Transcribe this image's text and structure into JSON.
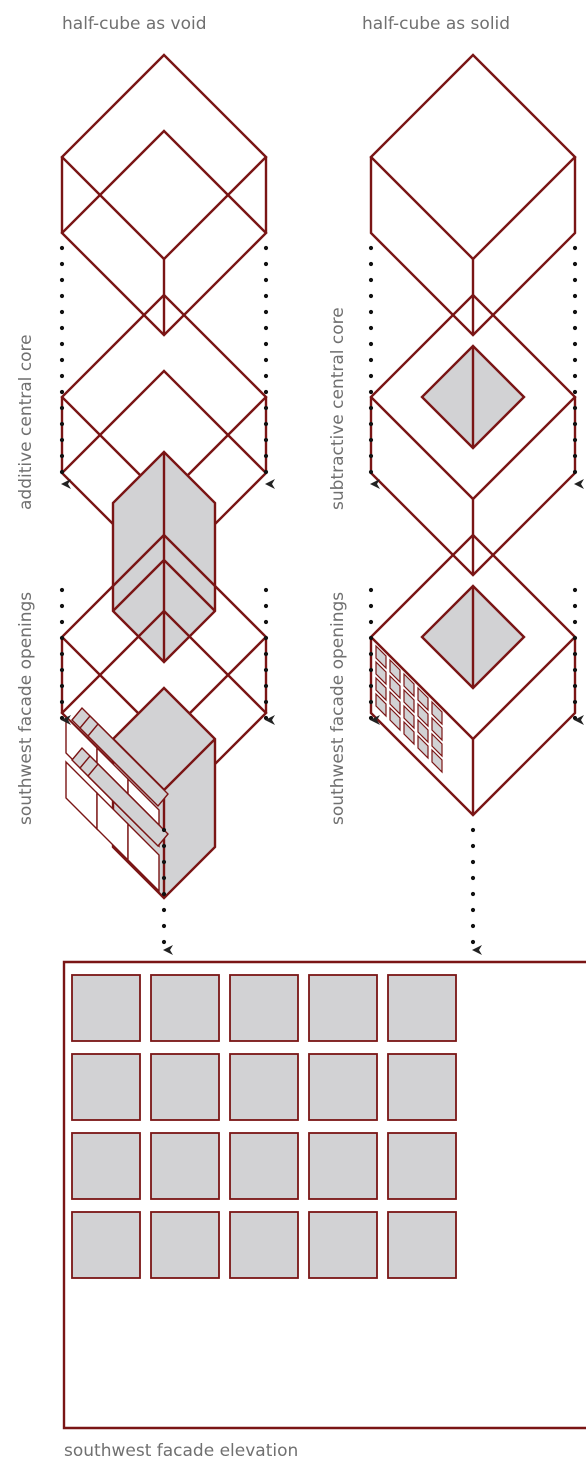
{
  "labels": {
    "col_void_title": "half-cube as void",
    "col_solid_title": "half-cube as solid",
    "row2_left": "additive central core",
    "row2_right": "subtractive central core",
    "row3_left": "southwest facade openings",
    "row3_right": "southwest facade openings",
    "elevation_title": "southwest facade elevation"
  },
  "colors": {
    "stroke": "#7a1515",
    "fill": "#d2d2d4",
    "dots": "#000000",
    "text": "#707070"
  },
  "elevation": {
    "rows": 4,
    "cols": 5
  }
}
